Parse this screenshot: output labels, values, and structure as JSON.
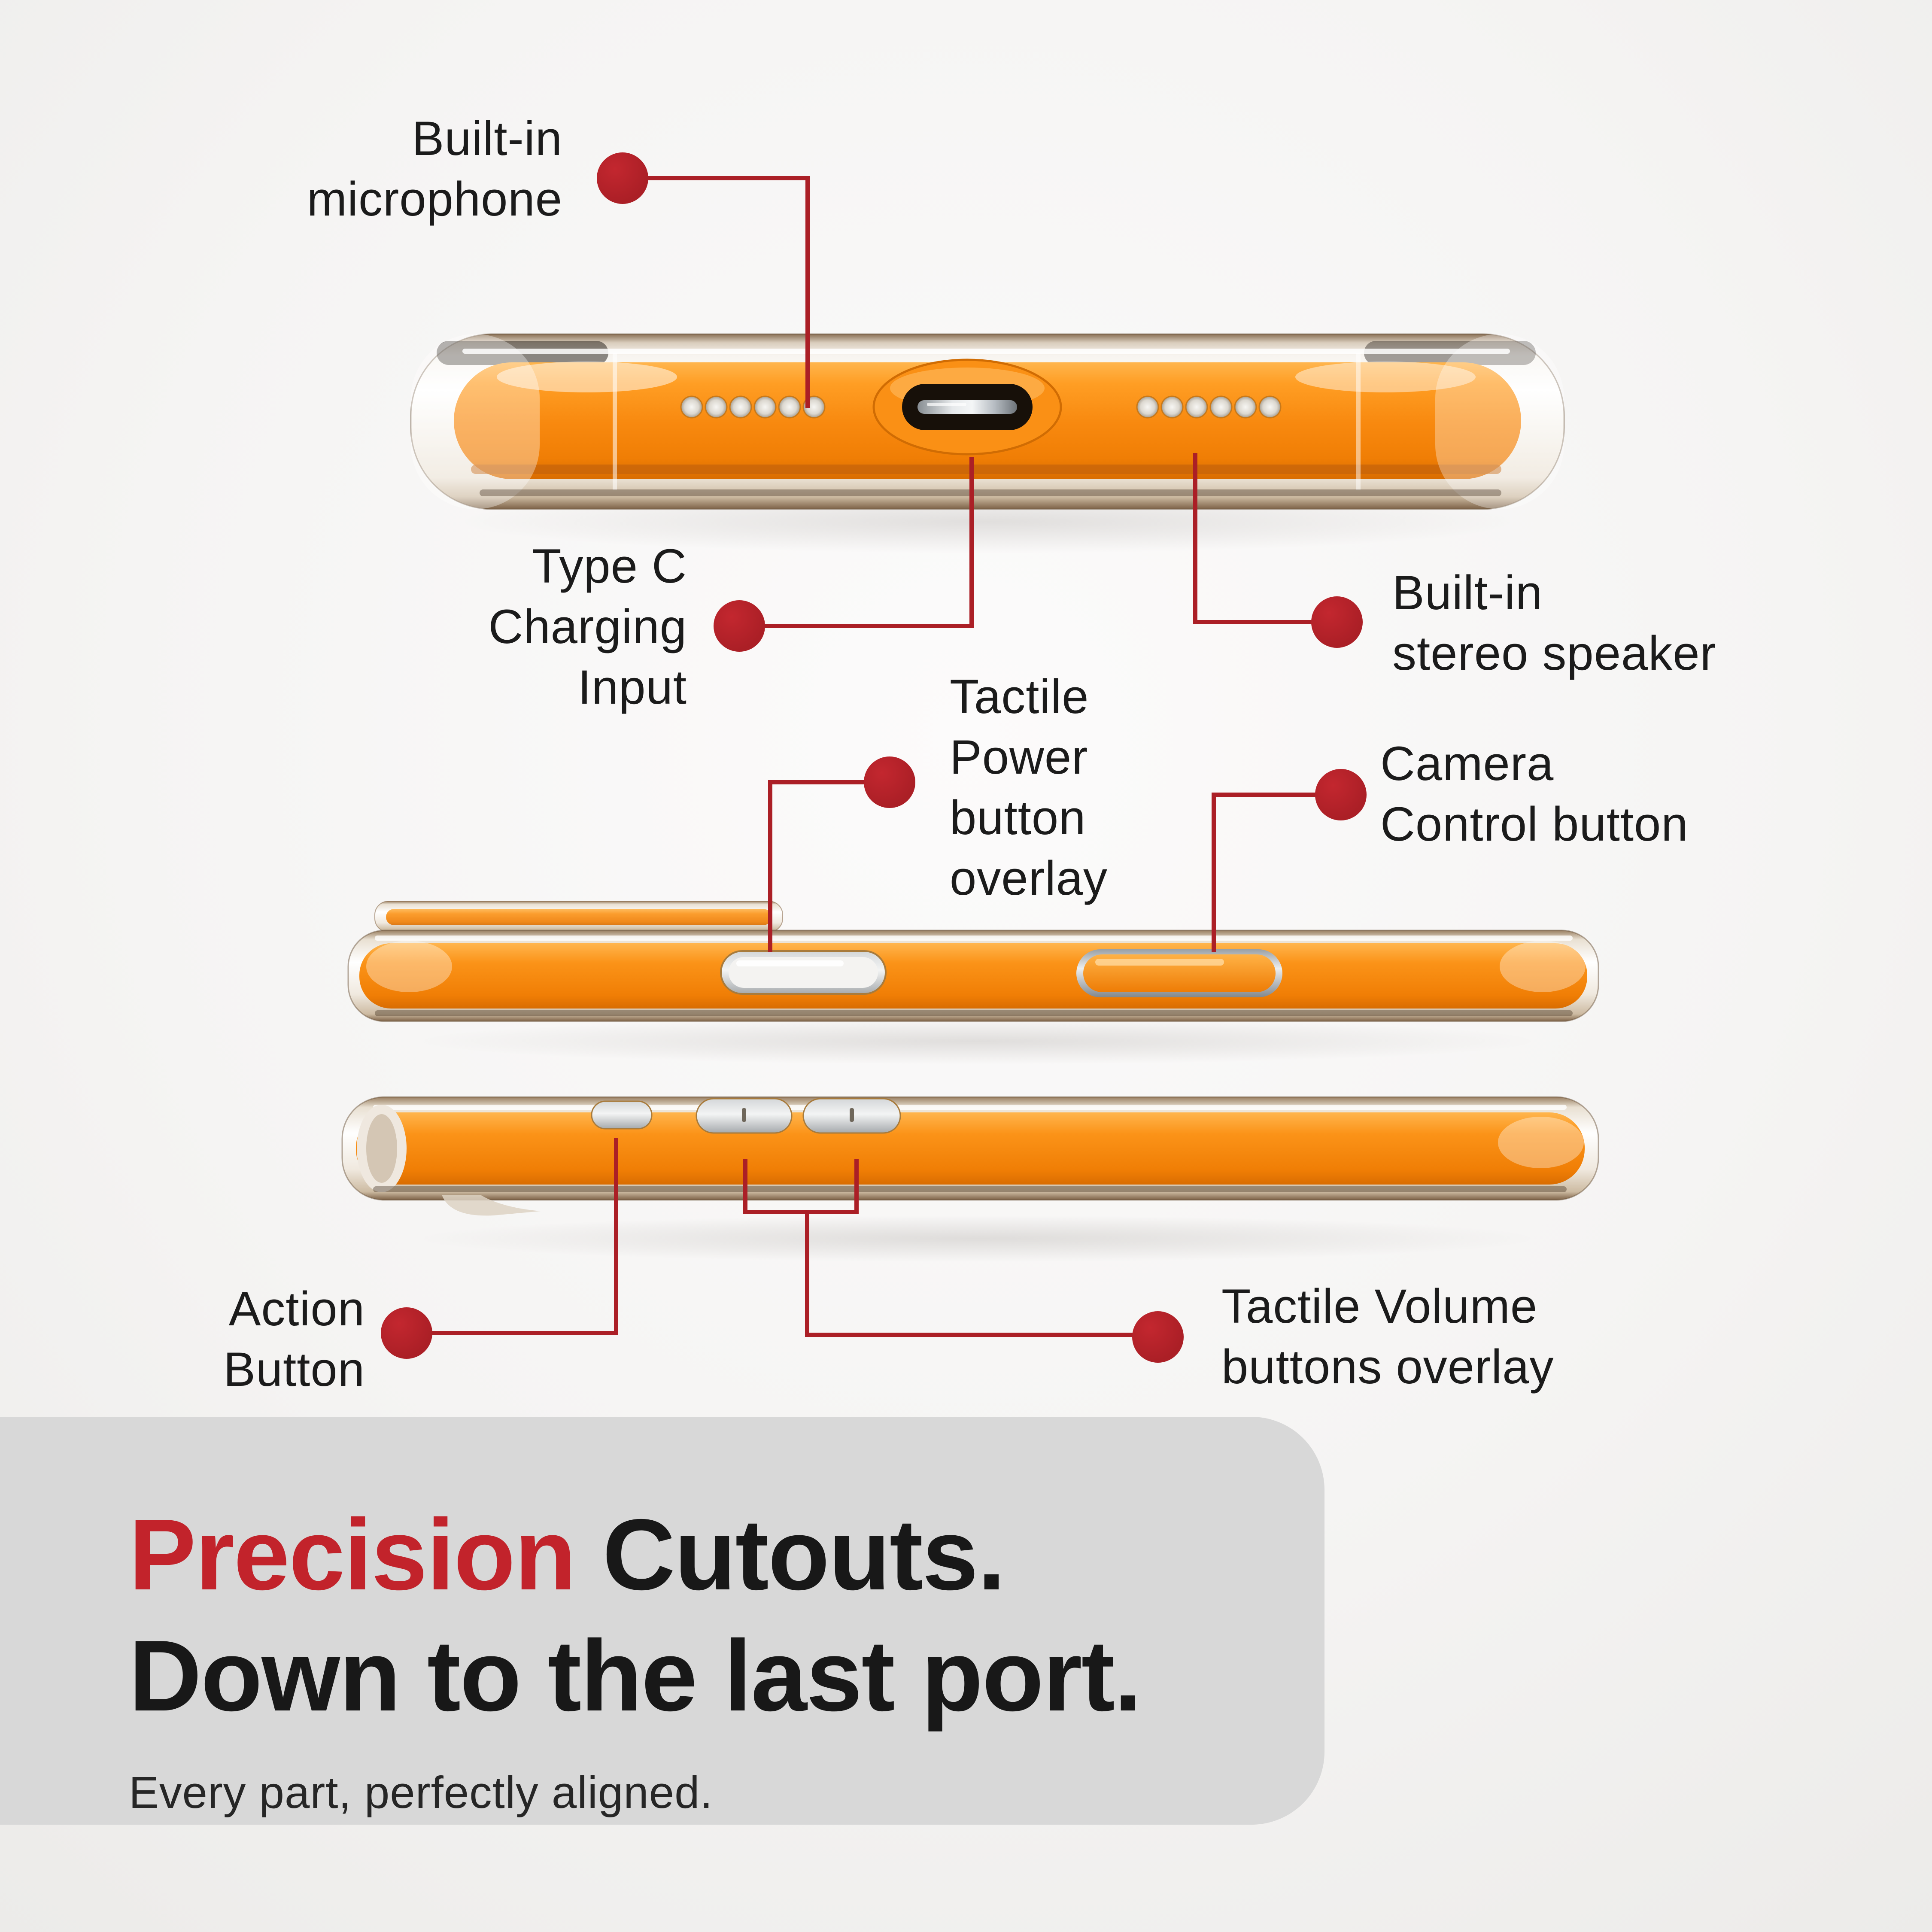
{
  "colors": {
    "accent_red": "#ab1f26",
    "headline_red": "#c2232b",
    "case_orange": "#f8890f",
    "panel_gray": "#d8d8d8",
    "text_dark": "#1b1b1b"
  },
  "callouts": [
    {
      "id": "microphone",
      "label": "Built-in\nmicrophone"
    },
    {
      "id": "charging",
      "label": "Type C\nCharging\nInput"
    },
    {
      "id": "speaker",
      "label": "Built-in\nstereo speaker"
    },
    {
      "id": "power",
      "label": "Tactile\nPower\nbutton\noverlay"
    },
    {
      "id": "camera_control",
      "label": "Camera\nControl button"
    },
    {
      "id": "action",
      "label": "Action\nButton"
    },
    {
      "id": "volume",
      "label": "Tactile Volume\nbuttons overlay"
    }
  ],
  "banner": {
    "headline_highlight": "Precision",
    "headline_rest": " Cutouts.",
    "headline_line2": "Down to the last port.",
    "subtitle": "Every part, perfectly aligned."
  }
}
